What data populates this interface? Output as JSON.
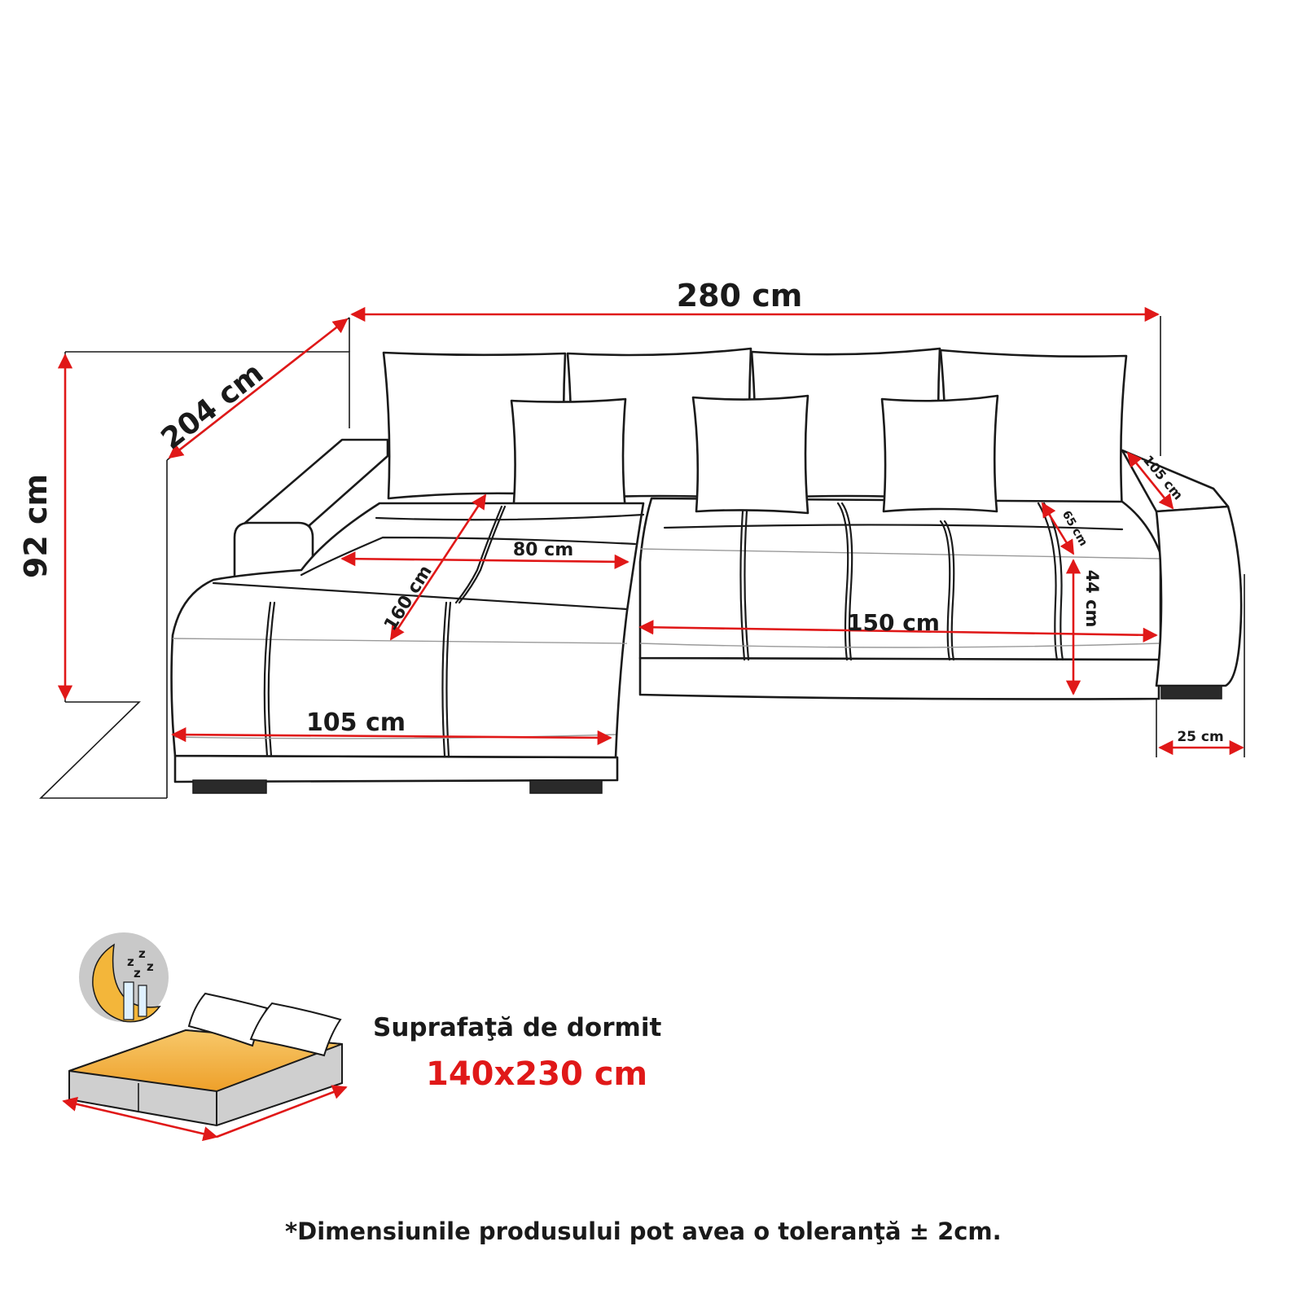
{
  "colors": {
    "line": "#1a1a1a",
    "dimension_arrow": "#e01818",
    "highlight_text": "#e01818",
    "bed_surface": "#f2a93b",
    "bed_base": "#cfcfcf",
    "icon_circle": "#c9c9c9",
    "moon": "#f3b63a"
  },
  "dimensions": {
    "total_width": "280 cm",
    "total_depth": "204 cm",
    "total_height": "92 cm",
    "chaise_seat_width": "80 cm",
    "chaise_seat_length": "160 cm",
    "chaise_front_width": "105 cm",
    "main_seat_width": "150 cm",
    "seat_depth": "65 cm",
    "seat_height": "44 cm",
    "armrest_depth": "105 cm",
    "armrest_width": "25 cm"
  },
  "sleeping_area": {
    "label": "Suprafaţă de dormit",
    "value": "140x230 cm",
    "icon": "sleeping-moon-icon"
  },
  "disclaimer": "*Dimensiunile produsului pot avea o toleranţă ± 2cm."
}
